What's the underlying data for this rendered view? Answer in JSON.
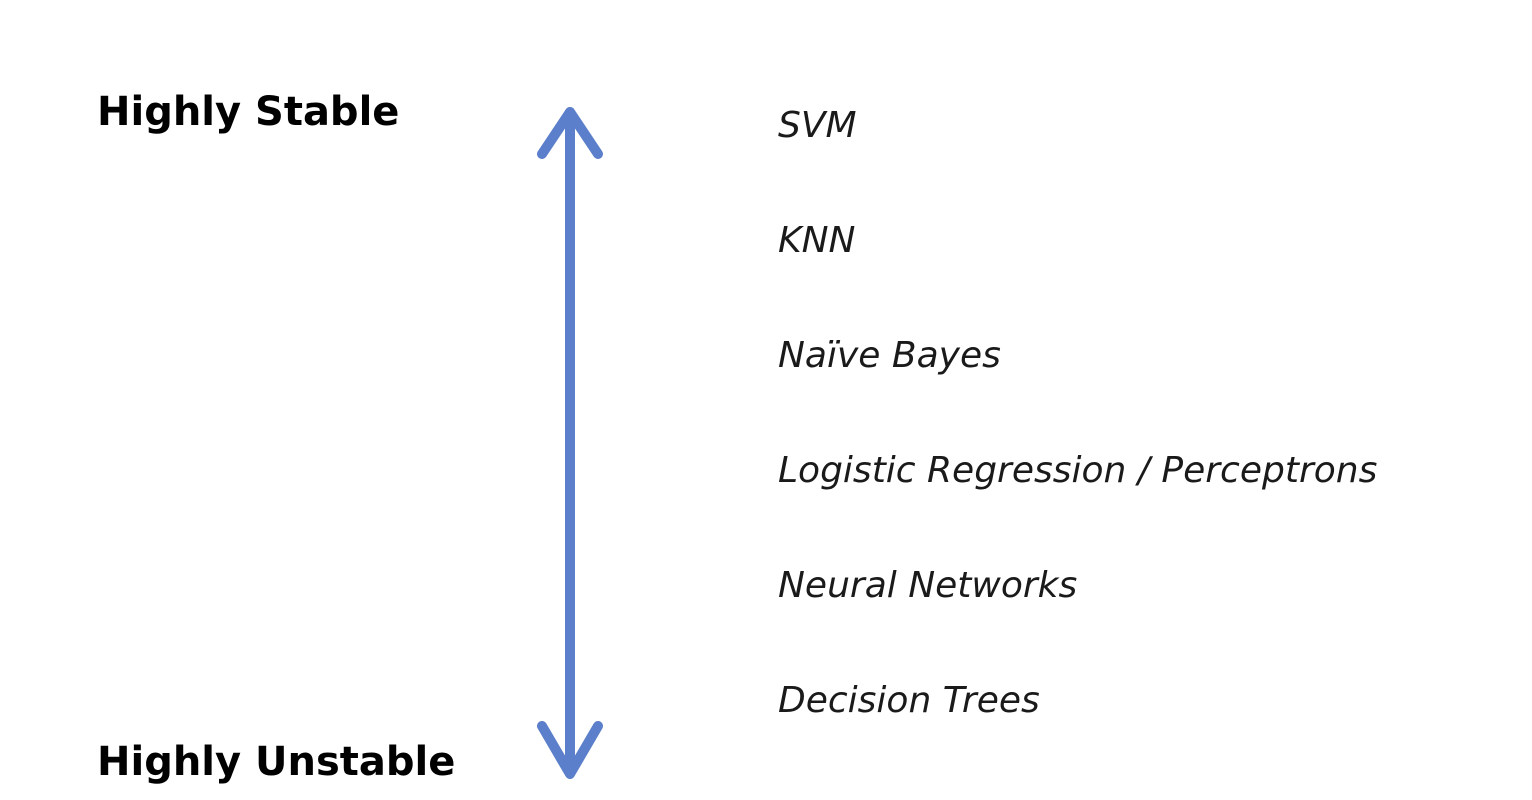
{
  "scale": {
    "top_label": "Highly Stable",
    "bottom_label": "Highly Unstable",
    "arrow_color": "#5B7FCA",
    "arrow_icon": "double-headed-vertical-arrow"
  },
  "algorithms": [
    "SVM",
    "KNN",
    "Naïve Bayes",
    "Logistic Regression / Perceptrons",
    "Neural Networks",
    "Decision Trees"
  ]
}
